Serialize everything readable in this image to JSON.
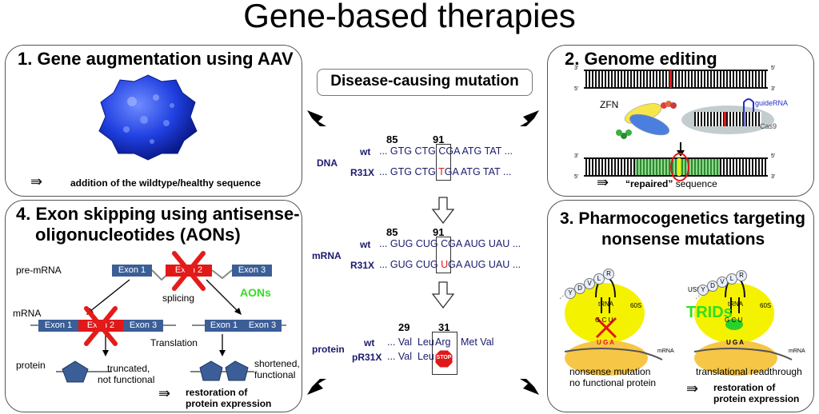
{
  "title": "Gene-based therapies",
  "panel1": {
    "title": "1. Gene augmentation using AAV",
    "note": "addition of the wildtype/healthy sequence",
    "arrow": "⇛"
  },
  "panel2": {
    "title": "2. Genome editing",
    "zfn": "ZFN",
    "guide": "guideRNA",
    "cas9": "Cas9",
    "repaired_quote": "“repaired”",
    "repaired_rest": " sequence",
    "arrow": "⇛",
    "strand_ends": [
      "3'",
      "5'"
    ]
  },
  "center": {
    "heading": "Disease-causing mutation",
    "dna": {
      "label": "DNA",
      "pos1": "85",
      "pos2": "91",
      "wt_label": "wt",
      "wt_pre": "... GTG CTG ",
      "wt_codon_first": "C",
      "wt_codon_rest": "GA",
      "wt_post": " ATG TAT ...",
      "mut_label": "R31X",
      "mut_pre": "... GTG CTG ",
      "mut_codon_first": "T",
      "mut_codon_rest": "GA",
      "mut_post": " ATG TAT ..."
    },
    "mrna": {
      "label": "mRNA",
      "pos1": "85",
      "pos2": "91",
      "wt_label": "wt",
      "wt_pre": "... GUG CUG ",
      "wt_codon_first": "C",
      "wt_codon_rest": "GA",
      "wt_post": " AUG UAU ...",
      "mut_label": "R31X",
      "mut_pre": "... GUG CUG ",
      "mut_codon_first": "U",
      "mut_codon_rest": "GA",
      "mut_post": " AUG UAU ..."
    },
    "protein": {
      "label": "protein",
      "pos1": "29",
      "pos2": "31",
      "wt_label": "wt",
      "wt_pre": "... Val  Leu",
      "wt_codon": "Arg",
      "wt_post": "Met Val",
      "mut_label": "pR31X",
      "mut_pre": "... Val  Leu",
      "stop": "STOP"
    }
  },
  "panel3": {
    "title_l1": "3. Pharmocogenetics targeting",
    "title_l2": "nonsense mutations",
    "left_caption_l1": "nonsense mutation",
    "left_caption_l2": "no functional protein",
    "right_caption": "translational readthrough",
    "restore_l1": "restoration of",
    "restore_l2": "protein expression",
    "arrow": "⇛",
    "trna": "tRNA",
    "s60": "60S",
    "mrna": "mRNA",
    "anticodon": "G C U",
    "codon": "U G A",
    "aa_left": [
      "Y",
      "D",
      "V",
      "L",
      "R"
    ],
    "aa_right": [
      "Y",
      "D",
      "V",
      "L",
      "R"
    ],
    "ush": "USH1C",
    "trids": "TRIDs"
  },
  "panel4": {
    "title_l1": "4. Exon skipping using antisense-",
    "title_l2": "oligonucleotides (AONs)",
    "pre_mrna": "pre-mRNA",
    "mrna": "mRNA",
    "protein": "protein",
    "exon1": "Exon 1",
    "exon2": "Exon  2",
    "exon3": "Exon 3",
    "splicing": "splicing",
    "aons": "AONs",
    "translation": "Translation",
    "trunc_l1": "truncated,",
    "trunc_l2": "not functional",
    "short_l1": "shortened,",
    "short_l2": "functional",
    "restore_l1": "restoration of",
    "restore_l2": "protein expression",
    "arrow": "⇛"
  },
  "colors": {
    "exon_blue": "#3b5e97",
    "exon_red": "#e01818",
    "aon_green": "#33dd22",
    "ribosome_yellow": "#f5f200",
    "ribosome_orange": "#f6c646",
    "dna_green": "#3cb043",
    "aav_blue": "#1f3fe0"
  }
}
